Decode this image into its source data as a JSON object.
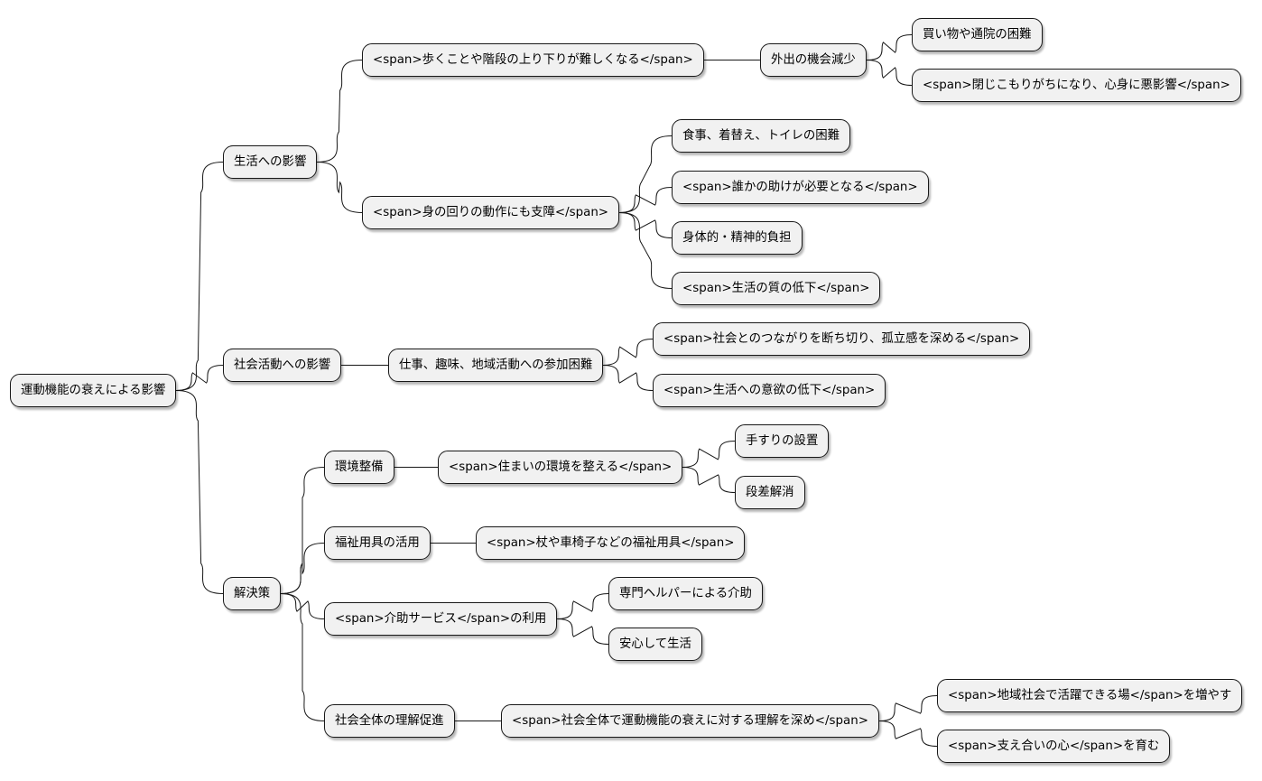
{
  "mindmap": {
    "root": "運動機能の衰えによる影響",
    "life_impact": {
      "label": "生活への影響",
      "walking": {
        "label": "<span>歩くことや階段の上り下りが難しくなる</span>",
        "outing": {
          "label": "外出の機会減少",
          "shopping": "買い物や通院の困難",
          "withdrawal": "<span>閉じこもりがちになり、心身に悪影響</span>"
        }
      },
      "daily_actions": {
        "label": "<span>身の回りの動作にも支障</span>",
        "meals": "食事、着替え、トイレの困難",
        "help_needed": "<span>誰かの助けが必要となる</span>",
        "burden": "身体的・精神的負担",
        "quality": "<span>生活の質の低下</span>"
      }
    },
    "social_impact": {
      "label": "社会活動への影響",
      "participation": {
        "label": "仕事、趣味、地域活動への参加困難",
        "isolation": "<span>社会とのつながりを断ち切り、孤立感を深める</span>",
        "motivation": "<span>生活への意欲の低下</span>"
      }
    },
    "solutions": {
      "label": "解決策",
      "environment": {
        "label": "環境整備",
        "home": {
          "label": "<span>住まいの環境を整える</span>",
          "handrails": "手すりの設置",
          "steps": "段差解消"
        }
      },
      "welfare": {
        "label": "福祉用具の活用",
        "tools": "<span>杖や車椅子などの福祉用具</span>"
      },
      "care_service": {
        "label": "<span>介助サービス</span>の利用",
        "helper": "専門ヘルパーによる介助",
        "secure": "安心して生活"
      },
      "understanding": {
        "label": "社会全体の理解促進",
        "deepen": {
          "label": "<span>社会全体で運動機能の衰えに対する理解を深め</span>",
          "places": "<span>地域社会で活躍できる場</span>を増やす",
          "support": "<span>支え合いの心</span>を育む"
        }
      }
    }
  }
}
